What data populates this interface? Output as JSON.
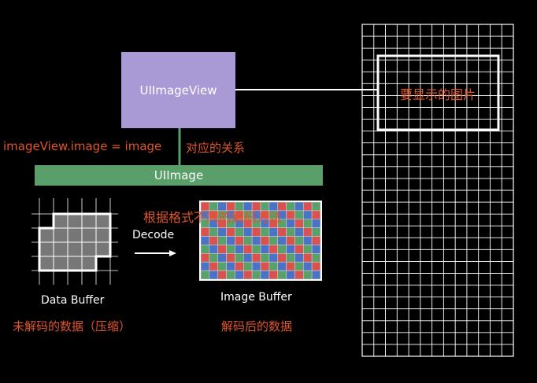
{
  "uiimageview": {
    "label": "UIImageView"
  },
  "uiimage": {
    "label": "UIImage"
  },
  "relation": {
    "code": "imageView.image = image",
    "note": "对应的关系"
  },
  "display_label": "要显示的图片",
  "decode": {
    "label": "Decode"
  },
  "data_buffer": {
    "label": "Data Buffer",
    "note": "未解码的数据（压缩）"
  },
  "image_buffer": {
    "label": "Image Buffer",
    "note": "解码后的数据"
  },
  "format_note": "根据格式不同的解码方法",
  "colors": {
    "uiimageview_fill": "#a99ad6",
    "uiimage_fill": "#5a9e6a",
    "annotation": "#e0552a",
    "pixel_red": "#d9524e",
    "pixel_green": "#5aa06a",
    "pixel_blue": "#4a73c8",
    "compressed_cell": "#777777"
  }
}
